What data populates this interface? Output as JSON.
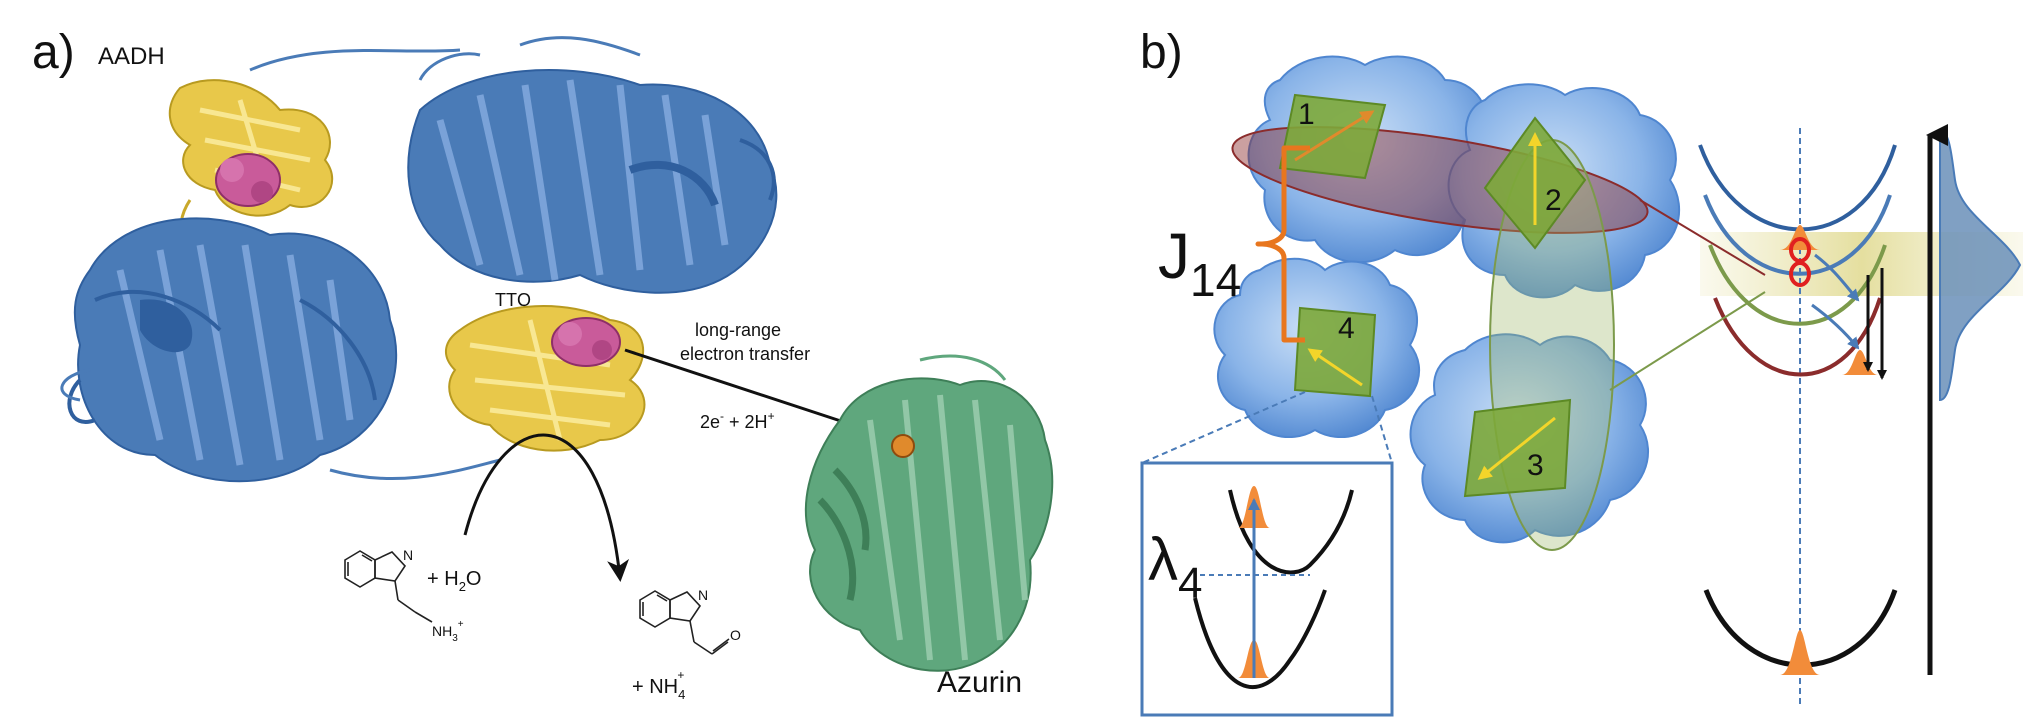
{
  "panel_a": {
    "label": "a)",
    "enzyme_name": "AADH",
    "cofactor_label": "TTQ",
    "transfer_line1": "long-range",
    "transfer_line2": "electron transfer",
    "stoich_2e": "2e",
    "stoich_minus": "-",
    "stoich_plus_2H": " + 2H",
    "stoich_plus": "+",
    "water_plus": "+ H",
    "water_sub2": "2",
    "water_O": "O",
    "amine_N": "N",
    "amine_NH3": "NH",
    "amine_sub3": "3",
    "amine_plus": "+",
    "indole_N1": "N",
    "indole_N2": "N",
    "aldehyde_O": "O",
    "ammonium_plus_NH": "+ NH",
    "ammonium_sub4": "4",
    "ammonium_charge": "+",
    "protein_name": "Azurin"
  },
  "panel_b": {
    "label": "b)",
    "coupling_J": "J",
    "coupling_sub": "14",
    "sites": [
      "1",
      "2",
      "3",
      "4"
    ],
    "reorg_lambda": "λ",
    "reorg_sub": "4"
  },
  "colors": {
    "protein_blue": "#4a7bb7",
    "protein_blue_dark": "#2f5f9e",
    "ttq_yellow": "#e8c84a",
    "ttq_pink": "#c95b9a",
    "azurin_green": "#5fa77d",
    "copper_orange": "#e08a2c",
    "cloud_blue": "#8ab4e8",
    "chromophore_green": "#7da83a",
    "ellipse_red": "#8b2c2c",
    "ellipse_green": "#7c9a4b",
    "orange_bracket": "#e8761e",
    "yellow_arrow": "#f3d52a",
    "gauss_orange": "#f28c3a"
  },
  "icons": [
    "arrow-icon",
    "infinity-icon",
    "gaussian-icon"
  ]
}
